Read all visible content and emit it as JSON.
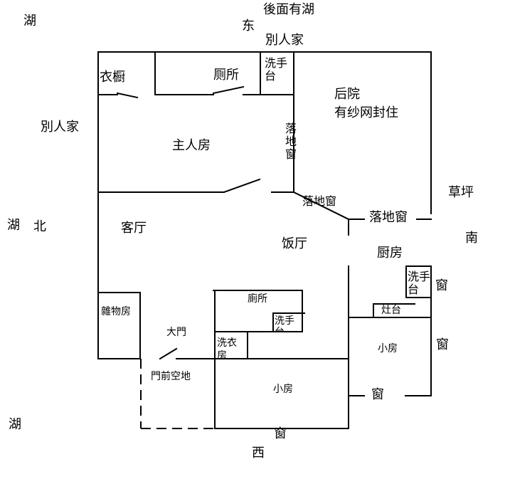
{
  "directions": {
    "east": "东",
    "west": "西",
    "south": "南",
    "north": "北"
  },
  "surroundings": {
    "back_note": "後面有湖",
    "neighbor_top": "別人家",
    "neighbor_left": "別人家",
    "lake_top_left": "湖",
    "lake_left": "湖",
    "lake_bottom_left": "湖",
    "lawn": "草坪"
  },
  "rooms": {
    "wardrobe": "衣橱",
    "toilet_top": "厕所",
    "sink_top": "洗手台",
    "backyard_line1": "后院",
    "backyard_line2": "有纱网封住",
    "master_bedroom": "主人房",
    "french_window_vertical": "落地窗",
    "french_window_diagonal": "落地窗",
    "french_window_right": "落地窗",
    "living_room": "客厅",
    "dining_room": "饭厅",
    "kitchen": "厨房",
    "storage_room": "雜物房",
    "toilet_middle": "廁所",
    "sink_middle": "洗手台",
    "sink_kitchen": "洗手台",
    "stove": "灶台",
    "main_door": "大門",
    "laundry_room": "洗衣房",
    "front_space": "門前空地",
    "small_room_center": "小房",
    "small_room_right": "小房",
    "window_right_1": "窗",
    "window_right_2": "窗",
    "window_bottom_right": "窗",
    "window_bottom_center": "窗"
  }
}
